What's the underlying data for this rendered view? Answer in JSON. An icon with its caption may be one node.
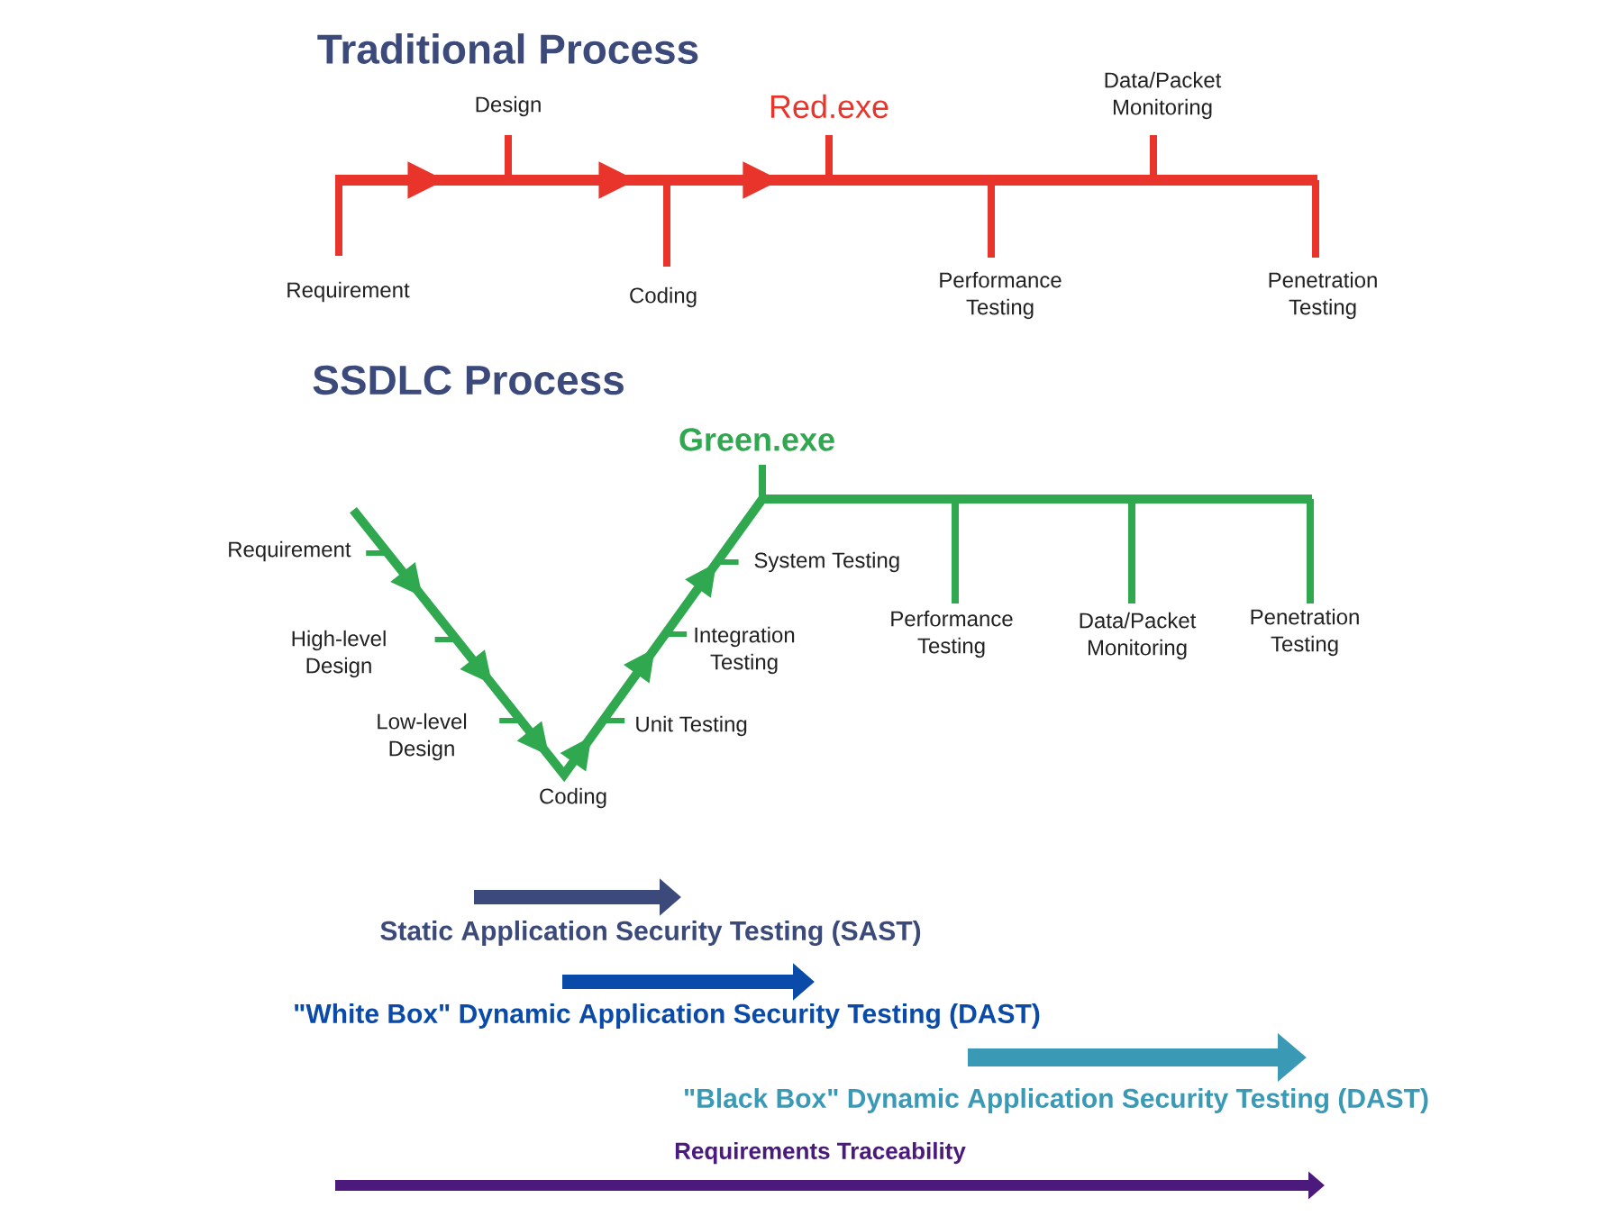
{
  "diagram": {
    "labels": [
      "Traditional Process",
      "Design",
      "Red.exe",
      "Data/Packet Monitoring",
      "Requirement",
      "Coding",
      "Performance Testing",
      "Penetration Testing",
      "SSDLC Process",
      "Green.exe",
      "Requirement",
      "System Testing",
      "High-level Design",
      "Integration Testing",
      "Performance Testing",
      "Data/Packet Monitoring",
      "Penetration Testing",
      "Low-level Design",
      "Unit Testing",
      "Coding",
      "Static Application Security Testing (SAST)",
      "\"White Box\" Dynamic Application Security Testing (DAST)",
      "\"Black Box\" Dynamic Application Security Testing (DAST)",
      "Requirements Traceability"
    ]
  }
}
